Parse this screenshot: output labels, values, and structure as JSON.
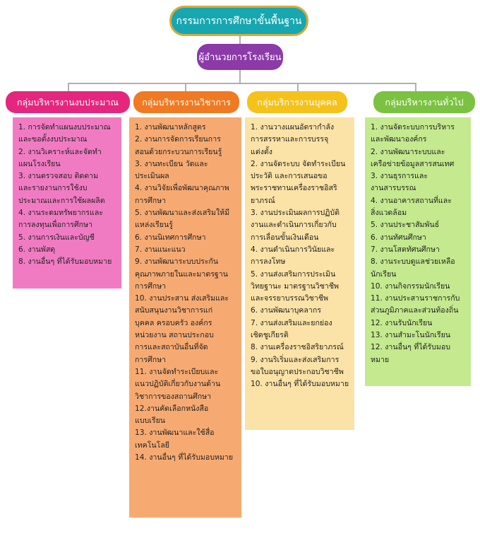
{
  "top": {
    "label": "กรรมการการศึกษาขั้นพื้นฐาน"
  },
  "mid": {
    "label": "ผู้อำนวยการโรงเรียน"
  },
  "groups": [
    {
      "title": "กลุ่มบริหารงานงบประมาณ",
      "head_color": "#e5267e",
      "box_color": "#f17bc3",
      "items": [
        "1. การจัดทำแผนงบประมาณ",
        "และขอตั้งงบประมาณ",
        "2. งานวิเคราะห์และจัดทำ",
        "แผนโรงเรียน",
        "3. งานตรวจสอบ ติดตาม",
        "และรายงานการใช้งบ",
        "ประมาณและการใช้ผลผลิต",
        "4. งานระดมทรัพยากรและ",
        "การลงทุนเพื่อการศึกษา",
        "5. งานการเงินและบัญชี",
        "6. งานพัสดุ",
        "8. งานอื่นๆ ที่ได้รับมอบหมาย"
      ]
    },
    {
      "title": "กลุ่มบริหารงานวิชาการ",
      "head_color": "#f07a22",
      "box_color": "#f6aa72",
      "items": [
        "1. งานพัฒนาหลักสูตร",
        "2. งานการจัดการเรียนการ",
        "สอนด้วยกระบวนการเรียนรู้",
        "3. งานทะเบียน วัดและ",
        "ประเมินผล",
        "4. งานวิจัยเพื่อพัฒนาคุณภาพ",
        "การศึกษา",
        "5. งานพัฒนาและส่งเสริมให้มี",
        "แหล่งเรียนรู้",
        "6. งานนิเทศการศึกษา",
        "7. งานแนะแนว",
        "9. งานพัฒนาระบบประกัน",
        "คุณภาพภายในและมาตรฐาน",
        "การศึกษา",
        "10. งานประสาน ส่งเสริมและ",
        "สนับสนุนงานวิชาการแก่",
        "บุคคล ครอบครัว องค์กร",
        "หน่วยงาน สถานประกอบ",
        "การและสถาบันอื่นที่จัด",
        "การศึกษา",
        "11. งานจัดทำระเบียบและ",
        "แนวปฏิบัติเกี่ยวกับงานด้าน",
        "วิชาการของสถานศึกษา",
        "12.งานคัดเลือกหนังสือ",
        "แบบเรียน",
        "13. งานพัฒนาและใช้สื่อ",
        "เทคโนโลยี",
        "14. งานอื่นๆ ที่ได้รับมอบหมาย"
      ]
    },
    {
      "title": "กลุ่มบริการงานบุคคล",
      "head_color": "#f5c21c",
      "box_color": "#fbe2a6",
      "items": [
        "1. งานวางแผนอัตรากำลัง",
        "การสรรหาและการบรรจุ",
        "แต่งตั้ง",
        "2. งานจัดระบบ จัดทำระเบียน",
        "ประวัติ และการเสนอขอ",
        "พระราชทานเครื่องราชอิสริ",
        "ยาภรณ์",
        "3. งานประเมินผลการปฏิบัติ",
        "งานและดำเนินการเกี่ยวกับ",
        "การเลื่อนขั้นเงินเดือน",
        "4. งานดำเนินการวินัยและ",
        "การลงโทษ",
        "5. งานส่งเสริมการประเมิน",
        "วิทยฐานะ มาตรฐานวิชาชีพ",
        "และจรรยาบรรณวิชาชีพ",
        "6. งานพัฒนาบุคลากร",
        "7. งานส่งเสริมและยกย่อง",
        "เชิดชูเกียรติ",
        "8. งานเครื่องราชอิสริยาภรณ์",
        "9. งานริเริ่มและส่งเสริมการ",
        "ขอใบอนุญาตประกอบวิชาชีพ",
        "10. งานอื่นๆ ที่ได้รับมอบหมาย"
      ]
    },
    {
      "title": "กลุ่มบริหารงานทั่วไป",
      "head_color": "#7cc242",
      "box_color": "#c4e98e",
      "items": [
        "1. งานจัดระบบการบริหาร",
        "และพัฒนาองค์กร",
        "2. งานพัฒนาระบบและ",
        "เครือข่ายข้อมูลสารสนเทศ",
        "3. งานธุรการและ",
        "งานสารบรรณ",
        "4. งานอาคารสถานที่และ",
        "สิ่งแวดล้อม",
        "5. งานประชาสัมพันธ์",
        "6. งานทัศนศึกษา",
        "7. งานโสตทัศนศึกษา",
        "8. งานระบบดูแลช่วยเหลือ",
        "นักเรียน",
        "10. งานกิจกรรมนักเรียน",
        "11. งานประสานราชการกับ",
        "ส่วนภูมิภาคและส่วนท้องถิ่น",
        "12. งานรับนักเรียน",
        "13. งานสำมะโนนักเรียน",
        "12. งานอื่นๆ ที่ได้รับมอบหมาย"
      ]
    }
  ]
}
